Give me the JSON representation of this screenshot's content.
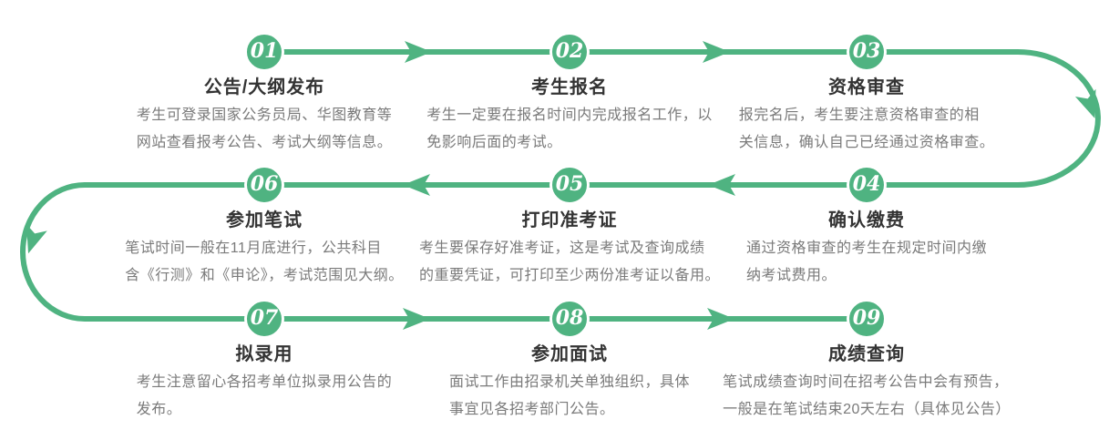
{
  "colors": {
    "accent_green": "#4fb381",
    "title_text": "#333333",
    "body_text": "#7a7a7a",
    "background": "#ffffff"
  },
  "steps": [
    {
      "num": "01",
      "title": "公告/大纲发布",
      "body1": "考生可登录国家公务员局、华图教育等",
      "body2": "网站查看报考公告、考试大纲等信息。"
    },
    {
      "num": "02",
      "title": "考生报名",
      "body1": "考生一定要在报名时间内完成报名工作，以",
      "body2": "免影响后面的考试。"
    },
    {
      "num": "03",
      "title": "资格审查",
      "body1": "报完名后，考生要注意资格审查的相",
      "body2": "关信息，确认自己已经通过资格审查。"
    },
    {
      "num": "04",
      "title": "确认缴费",
      "body1": "通过资格审查的考生在规定时间内缴",
      "body2": "纳考试费用。"
    },
    {
      "num": "05",
      "title": "打印准考证",
      "body1": "考生要保存好准考证，这是考试及查询成绩",
      "body2": "的重要凭证，可打印至少两份准考证以备用。"
    },
    {
      "num": "06",
      "title": "参加笔试",
      "body1": "笔试时间一般在11月底进行，公共科目",
      "body2": "含《行测》和《申论》，考试范围见大纲。"
    },
    {
      "num": "07",
      "title": "拟录用",
      "body1": "考生注意留心各招考单位拟录用公告的",
      "body2": "发布。"
    },
    {
      "num": "08",
      "title": "参加面试",
      "body1": "面试工作由招录机关单独组织，具体",
      "body2": "事宜见各招考部门公告。"
    },
    {
      "num": "09",
      "title": "成绩查询",
      "body1": "笔试成绩查询时间在招考公告中会有预告，",
      "body2": "一般是在笔试结束20天左右（具体见公告）"
    }
  ]
}
